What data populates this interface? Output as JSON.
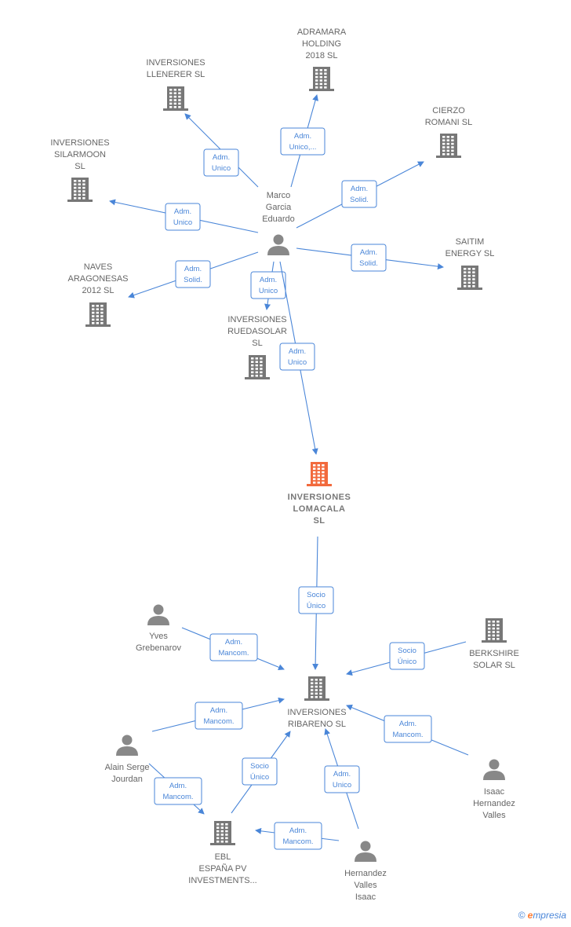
{
  "colors": {
    "company": "#777777",
    "focus": "#f26a3d",
    "person": "#888888",
    "edge": "#4a86d8"
  },
  "nodes": [
    {
      "id": "marco",
      "kind": "person",
      "lines": [
        "Marco",
        "Garcia",
        "Eduardo"
      ]
    },
    {
      "id": "adramara",
      "kind": "company",
      "lines": [
        "ADRAMARA",
        "HOLDING",
        "2018  SL"
      ]
    },
    {
      "id": "llenerer",
      "kind": "company",
      "lines": [
        "INVERSIONES",
        "LLENERER  SL"
      ]
    },
    {
      "id": "cierzo",
      "kind": "company",
      "lines": [
        "CIERZO",
        "ROMANI SL"
      ]
    },
    {
      "id": "silarmoon",
      "kind": "company",
      "lines": [
        "INVERSIONES",
        "SILARMOON",
        "SL"
      ]
    },
    {
      "id": "saitim",
      "kind": "company",
      "lines": [
        "SAITIM",
        "ENERGY  SL"
      ]
    },
    {
      "id": "naves",
      "kind": "company",
      "lines": [
        "NAVES",
        "ARAGONESAS",
        "2012 SL"
      ]
    },
    {
      "id": "ruedasolar",
      "kind": "company",
      "lines": [
        "INVERSIONES",
        "RUEDASOLAR",
        "SL"
      ]
    },
    {
      "id": "lomacala",
      "kind": "focus",
      "lines": [
        "INVERSIONES",
        "LOMACALA",
        "SL"
      ]
    },
    {
      "id": "ribareno",
      "kind": "company",
      "lines": [
        "INVERSIONES",
        "RIBARENO  SL"
      ]
    },
    {
      "id": "yves",
      "kind": "person",
      "lines": [
        "Yves",
        "Grebenarov"
      ]
    },
    {
      "id": "berkshire",
      "kind": "company",
      "lines": [
        "BERKSHIRE",
        "SOLAR  SL"
      ]
    },
    {
      "id": "alain",
      "kind": "person",
      "lines": [
        "Alain Serge",
        "Jourdan"
      ]
    },
    {
      "id": "isaac",
      "kind": "person",
      "lines": [
        "Isaac",
        "Hernandez",
        "Valles"
      ]
    },
    {
      "id": "ebl",
      "kind": "company",
      "lines": [
        "EBL",
        "ESPAÑA PV",
        "INVESTMENTS..."
      ]
    },
    {
      "id": "hernandez",
      "kind": "person",
      "lines": [
        "Hernandez",
        "Valles",
        "Isaac"
      ]
    }
  ],
  "edges": [
    {
      "from": "marco",
      "to": "adramara",
      "lines": [
        "Adm.",
        "Unico,..."
      ]
    },
    {
      "from": "marco",
      "to": "llenerer",
      "lines": [
        "Adm.",
        "Unico"
      ]
    },
    {
      "from": "marco",
      "to": "cierzo",
      "lines": [
        "Adm.",
        "Solid."
      ]
    },
    {
      "from": "marco",
      "to": "silarmoon",
      "lines": [
        "Adm.",
        "Unico"
      ]
    },
    {
      "from": "marco",
      "to": "saitim",
      "lines": [
        "Adm.",
        "Solid."
      ]
    },
    {
      "from": "marco",
      "to": "naves",
      "lines": [
        "Adm.",
        "Solid."
      ]
    },
    {
      "from": "marco",
      "to": "ruedasolar",
      "lines": [
        "Adm.",
        "Unico"
      ]
    },
    {
      "from": "marco",
      "to": "lomacala",
      "lines": [
        "Adm.",
        "Unico"
      ]
    },
    {
      "from": "lomacala",
      "to": "ribareno",
      "lines": [
        "Socio",
        "Único"
      ]
    },
    {
      "from": "yves",
      "to": "ribareno",
      "lines": [
        "Adm.",
        "Mancom."
      ]
    },
    {
      "from": "berkshire",
      "to": "ribareno",
      "lines": [
        "Socio",
        "Único"
      ]
    },
    {
      "from": "alain",
      "to": "ribareno",
      "lines": [
        "Adm.",
        "Mancom."
      ]
    },
    {
      "from": "isaac",
      "to": "ribareno",
      "lines": [
        "Adm.",
        "Mancom."
      ]
    },
    {
      "from": "ebl",
      "to": "ribareno",
      "lines": [
        "Socio",
        "Único"
      ]
    },
    {
      "from": "hernandez",
      "to": "ribareno",
      "lines": [
        "Adm.",
        "Unico"
      ]
    },
    {
      "from": "alain",
      "to": "ebl",
      "lines": [
        "Adm.",
        "Mancom."
      ]
    },
    {
      "from": "hernandez",
      "to": "ebl",
      "lines": [
        "Adm.",
        "Mancom."
      ]
    }
  ],
  "credit": {
    "symbol": "©",
    "brand_initial": "e",
    "brand_rest": "mpresia"
  }
}
